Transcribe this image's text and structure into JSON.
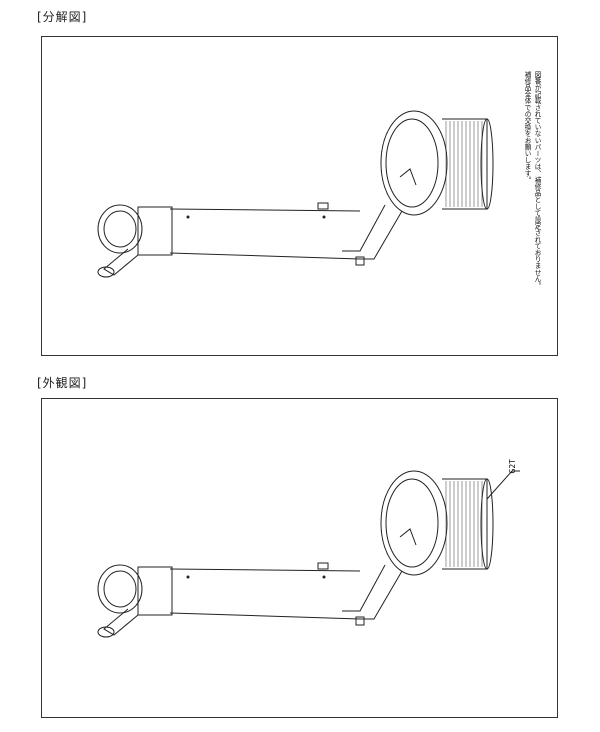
{
  "sections": {
    "exploded": {
      "title": "[分解図]"
    },
    "external": {
      "title": "[外観図]"
    }
  },
  "note": {
    "line1": "図番が記載されていないパーツは、補修品として設定されておりません。",
    "line2": "補修品全体での交換をお願いします。"
  },
  "callout": {
    "label": "G2T"
  }
}
